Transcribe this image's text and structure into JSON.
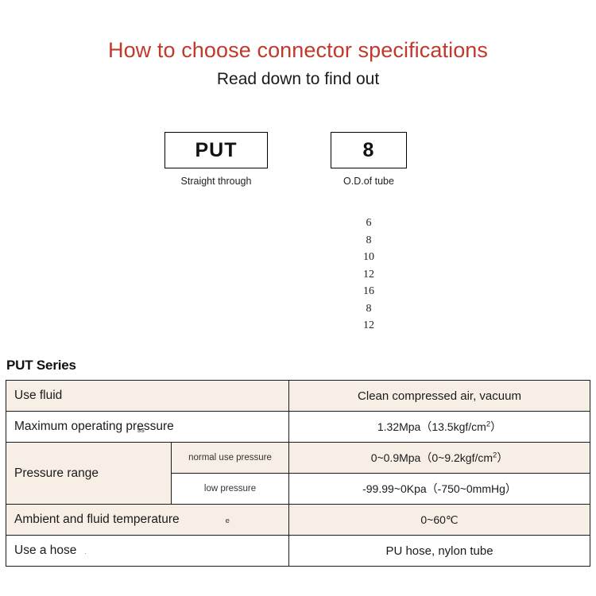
{
  "header": {
    "title": "How to choose connector specifications",
    "subtitle": "Read down to find out",
    "title_color": "#c0392b"
  },
  "selector": {
    "boxes": [
      {
        "code": "PUT",
        "caption": "Straight through"
      },
      {
        "code": "8",
        "caption": "O.D.of tube"
      }
    ],
    "size_options": [
      "6",
      "8",
      "10",
      "12",
      "16",
      "8",
      "12"
    ]
  },
  "series": {
    "heading": "PUT Series"
  },
  "spec_table": {
    "shade_color": "#f7efe6",
    "rows": [
      {
        "label": "Use fluid",
        "value": "Clean compressed air, vacuum",
        "shaded": true
      },
      {
        "label": "Maximum operating pressure",
        "label_artifact": "ss",
        "value_main": "1.32Mpa",
        "value_paren": "（13.5kgf/cm",
        "value_sup": "2",
        "value_close": "）",
        "shaded": false
      },
      {
        "label": "Pressure range",
        "sublabel_1": "normal use pressure",
        "value_1_main": "0~0.9Mpa",
        "value_1_paren": "（0~9.2kgf/cm",
        "value_1_sup": "2",
        "value_1_close": "）",
        "sublabel_2": "low pressure",
        "value_2": "-99.99~0Kpa（-750~0mmHg）"
      },
      {
        "label": "Ambient and fluid temperature",
        "label_artifact": "e",
        "value": "0~60℃",
        "shaded": true
      },
      {
        "label": "Use a hose",
        "label_artifact": ".",
        "value": "PU hose, nylon tube",
        "shaded": false
      }
    ]
  }
}
